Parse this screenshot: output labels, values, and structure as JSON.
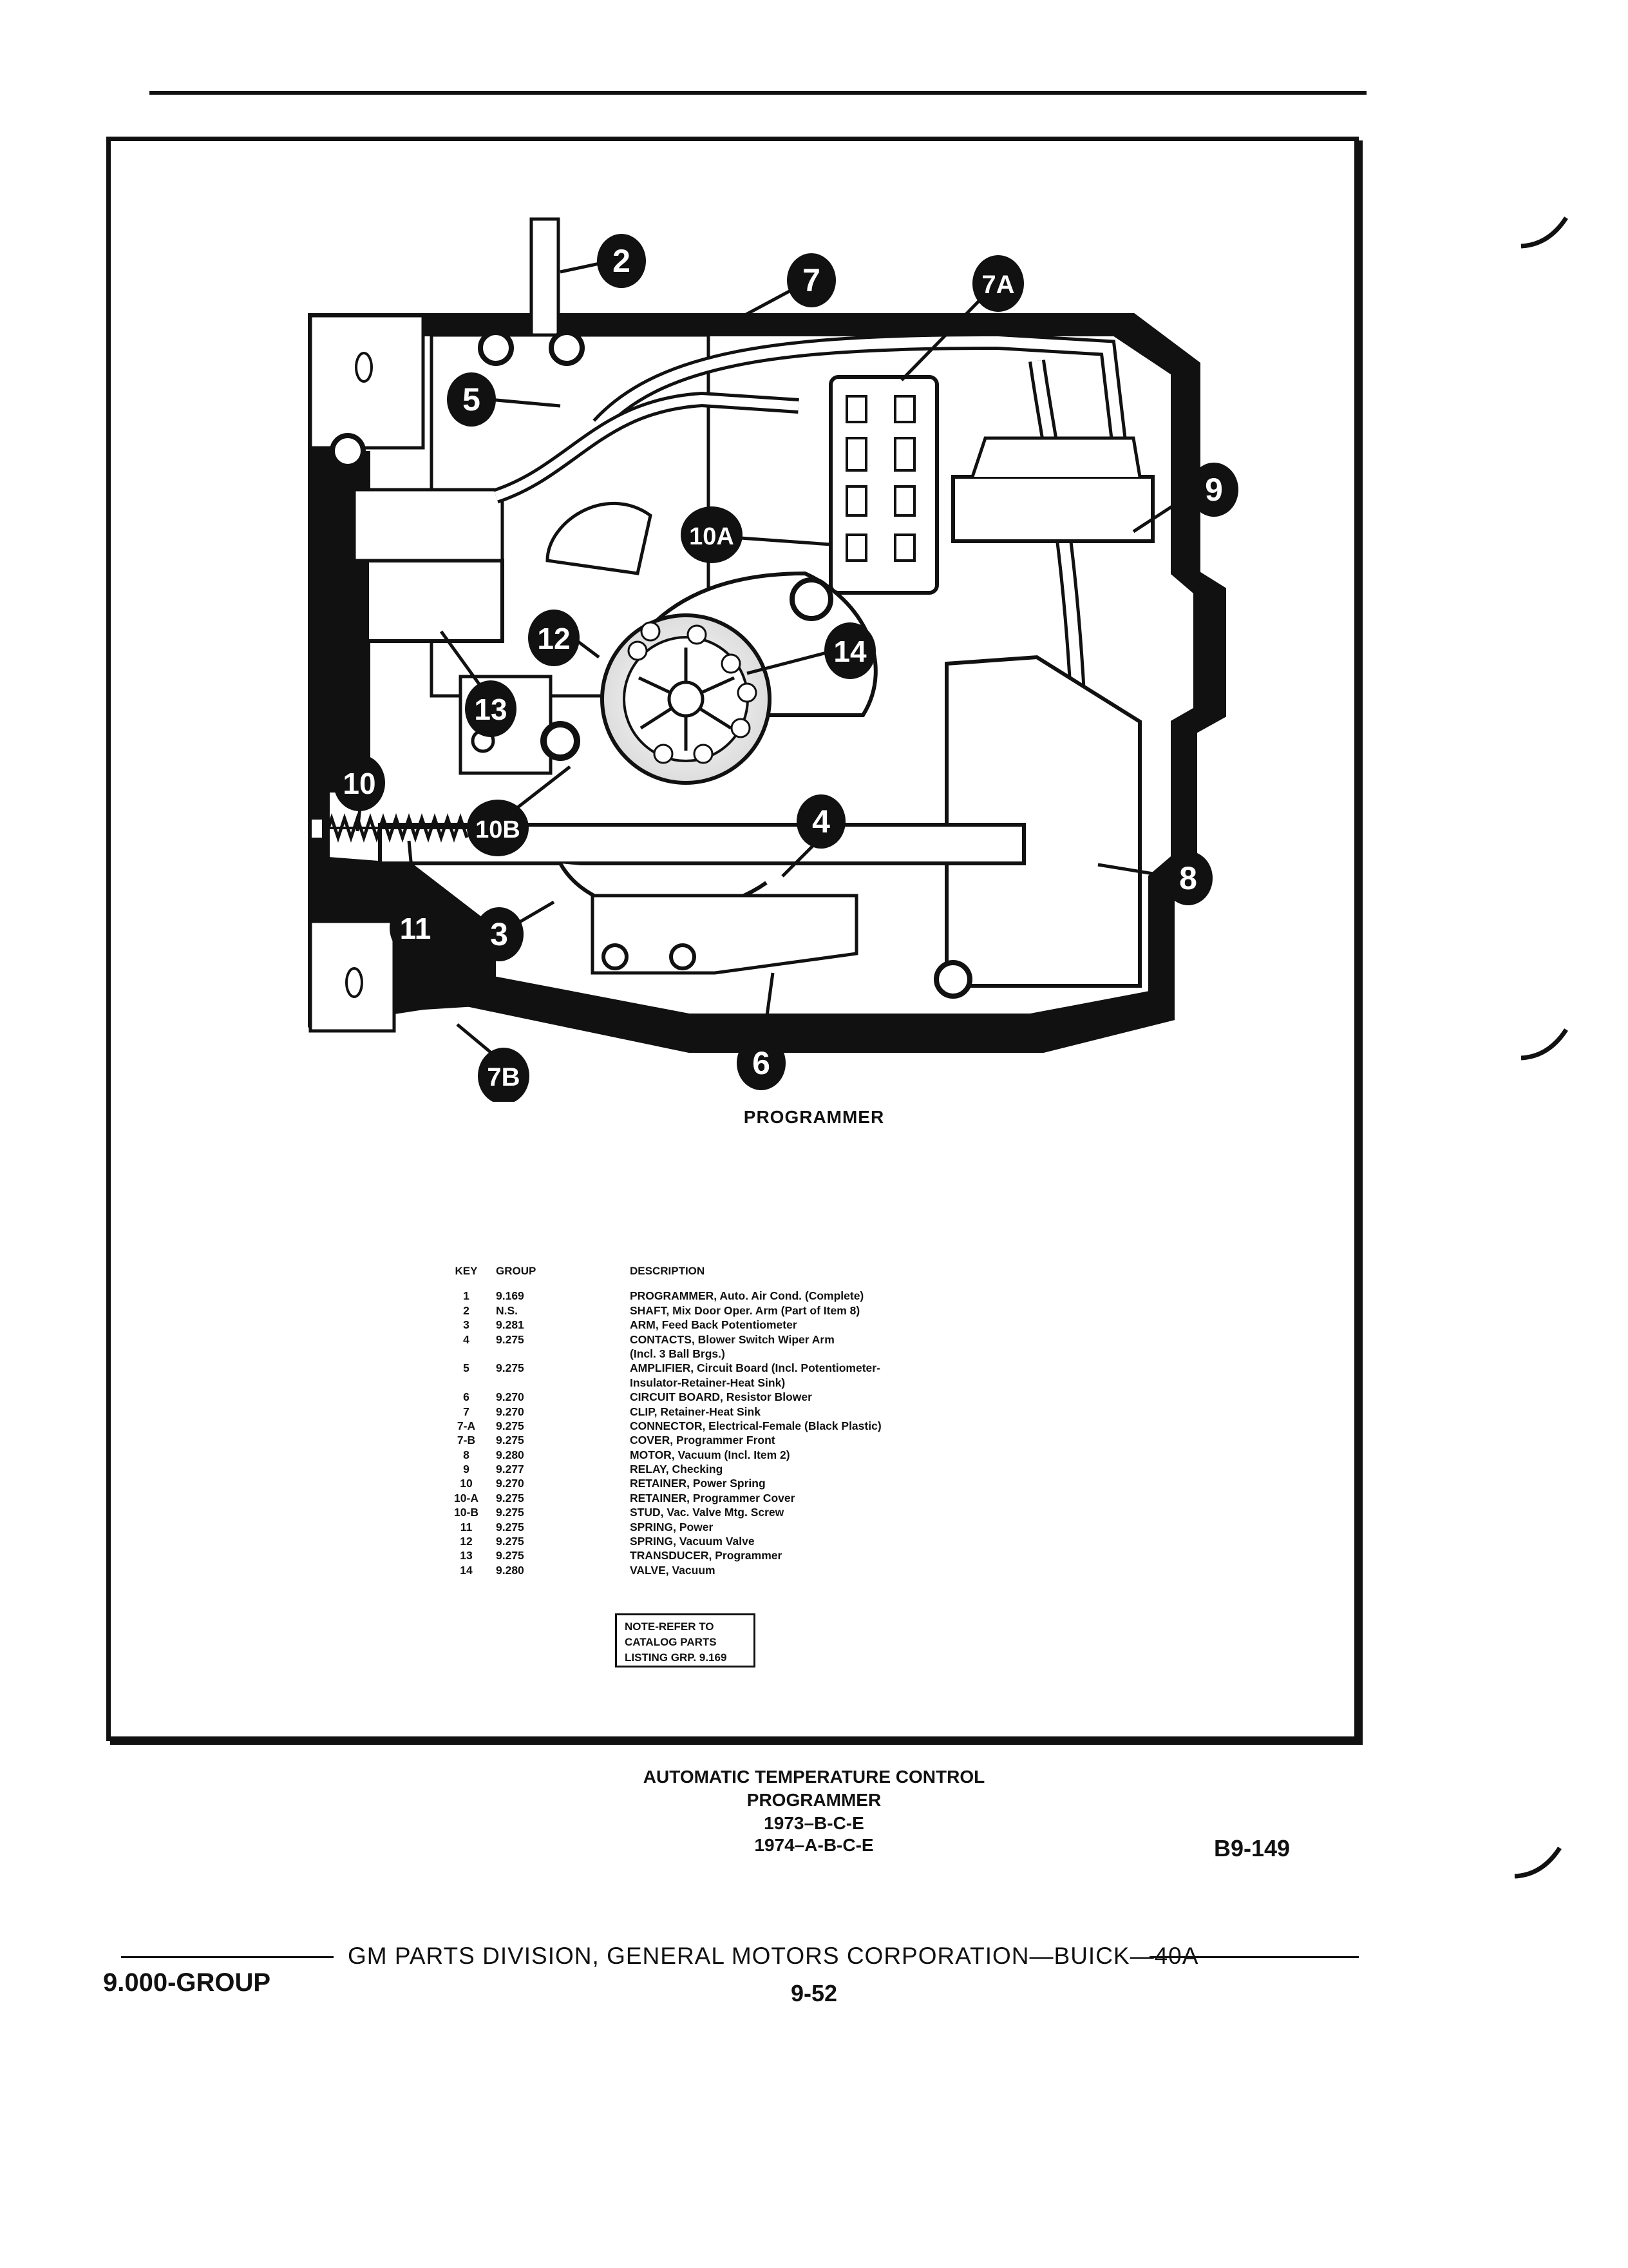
{
  "figure": {
    "caption": "PROGRAMMER",
    "callouts": [
      "2",
      "7",
      "7A",
      "5",
      "9",
      "10A",
      "14",
      "12",
      "13",
      "10",
      "10B",
      "4",
      "8",
      "11",
      "3",
      "6",
      "7B"
    ]
  },
  "parts_table": {
    "headers": {
      "key": "KEY",
      "group": "GROUP",
      "description": "DESCRIPTION"
    },
    "rows": [
      {
        "key": "1",
        "group": "9.169",
        "description": "PROGRAMMER, Auto. Air Cond. (Complete)"
      },
      {
        "key": "2",
        "group": "N.S.",
        "description": "SHAFT, Mix Door Oper. Arm (Part of Item 8)"
      },
      {
        "key": "3",
        "group": "9.281",
        "description": "ARM, Feed Back Potentiometer"
      },
      {
        "key": "4",
        "group": "9.275",
        "description": "CONTACTS, Blower Switch Wiper Arm"
      },
      {
        "key": "",
        "group": "",
        "description": "(Incl. 3 Ball Brgs.)"
      },
      {
        "key": "5",
        "group": "9.275",
        "description": "AMPLIFIER, Circuit Board (Incl. Potentiometer-"
      },
      {
        "key": "",
        "group": "",
        "description": "Insulator-Retainer-Heat Sink)"
      },
      {
        "key": "6",
        "group": "9.270",
        "description": "CIRCUIT BOARD, Resistor Blower"
      },
      {
        "key": "7",
        "group": "9.270",
        "description": "CLIP, Retainer-Heat Sink"
      },
      {
        "key": "7-A",
        "group": "9.275",
        "description": "CONNECTOR, Electrical-Female (Black Plastic)"
      },
      {
        "key": "7-B",
        "group": "9.275",
        "description": "COVER, Programmer Front"
      },
      {
        "key": "8",
        "group": "9.280",
        "description": "MOTOR, Vacuum (Incl. Item 2)"
      },
      {
        "key": "9",
        "group": "9.277",
        "description": "RELAY, Checking"
      },
      {
        "key": "10",
        "group": "9.270",
        "description": "RETAINER, Power Spring"
      },
      {
        "key": "10-A",
        "group": "9.275",
        "description": "RETAINER, Programmer Cover"
      },
      {
        "key": "10-B",
        "group": "9.275",
        "description": "STUD, Vac. Valve Mtg. Screw"
      },
      {
        "key": "11",
        "group": "9.275",
        "description": "SPRING, Power"
      },
      {
        "key": "12",
        "group": "9.275",
        "description": "SPRING, Vacuum Valve"
      },
      {
        "key": "13",
        "group": "9.275",
        "description": "TRANSDUCER, Programmer"
      },
      {
        "key": "14",
        "group": "9.280",
        "description": "VALVE, Vacuum"
      }
    ]
  },
  "note": {
    "line1": "NOTE-REFER TO",
    "line2": "CATALOG PARTS",
    "line3": "LISTING GRP. 9.169"
  },
  "title_block": {
    "line1": "AUTOMATIC TEMPERATURE CONTROL",
    "line2": "PROGRAMMER",
    "line3": "1973–B-C-E",
    "line4": "1974–A-B-C-E"
  },
  "page_code": "B9-149",
  "footer": {
    "publisher": "GM PARTS DIVISION, GENERAL MOTORS CORPORATION—BUICK—40A",
    "group": "9.000-GROUP",
    "page_number": "9-52"
  }
}
